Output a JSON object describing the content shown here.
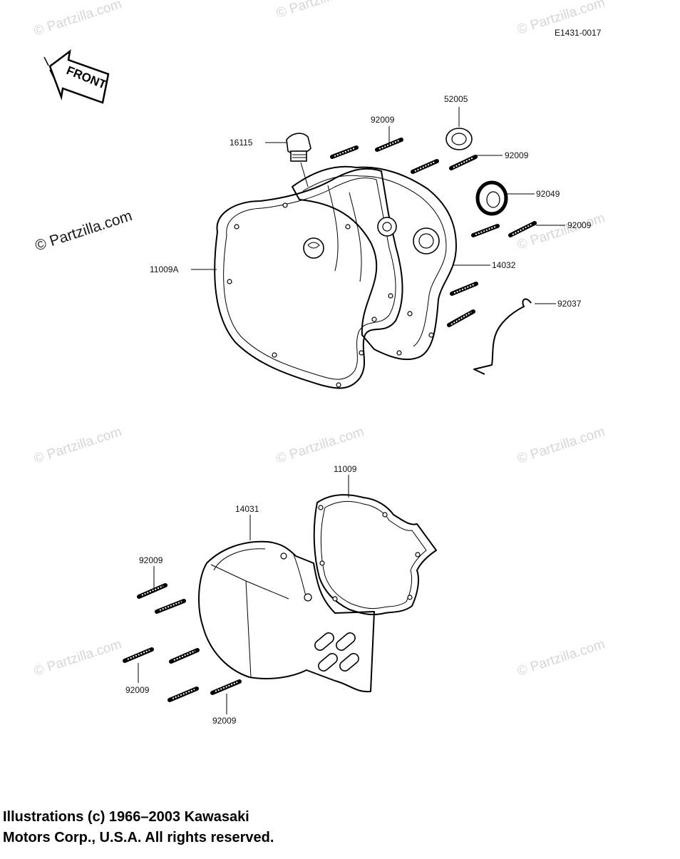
{
  "diagram_code": "E1431-0017",
  "front_arrow_label": "FRONT",
  "watermark": "© Partzilla.com",
  "parts": [
    {
      "id": "p16115",
      "label": "16115"
    },
    {
      "id": "p92009a",
      "label": "92009"
    },
    {
      "id": "p52005",
      "label": "52005"
    },
    {
      "id": "p92009b",
      "label": "92009"
    },
    {
      "id": "p92049",
      "label": "92049"
    },
    {
      "id": "p92009c",
      "label": "92009"
    },
    {
      "id": "p14032",
      "label": "14032"
    },
    {
      "id": "p11009A",
      "label": "11009A"
    },
    {
      "id": "p92037",
      "label": "92037"
    },
    {
      "id": "p11009",
      "label": "11009"
    },
    {
      "id": "p14031",
      "label": "14031"
    },
    {
      "id": "p92009d",
      "label": "92009"
    },
    {
      "id": "p92009e",
      "label": "92009"
    },
    {
      "id": "p92009f",
      "label": "92009"
    }
  ],
  "copyright": {
    "line1": "Illustrations (c) 1966–2003 Kawasaki",
    "line2": "Motors Corp., U.S.A.  All rights reserved."
  }
}
